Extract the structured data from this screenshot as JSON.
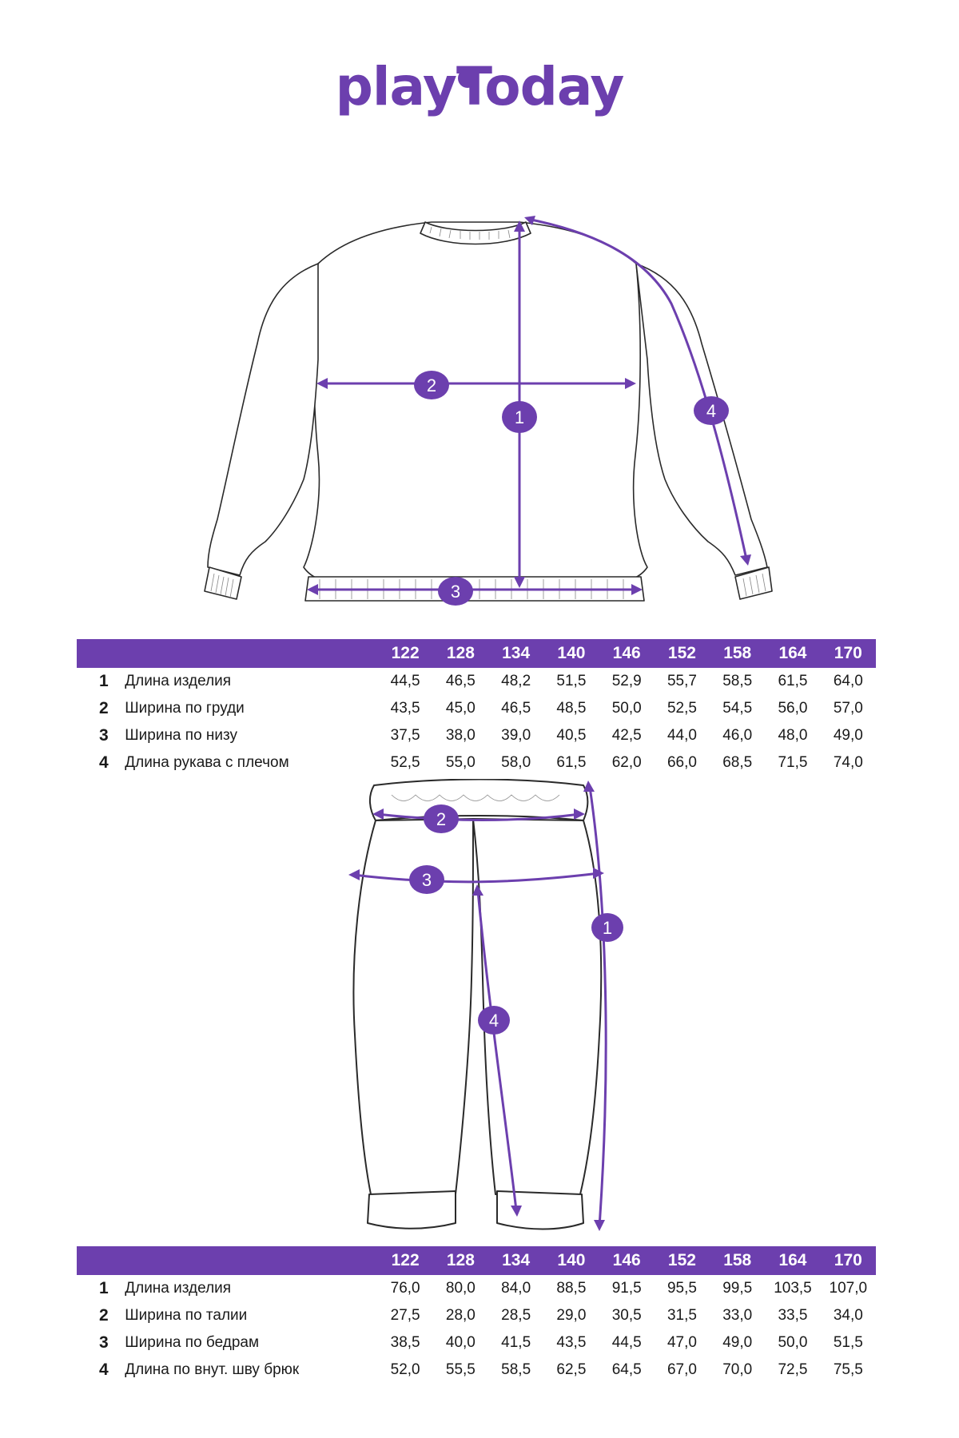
{
  "brand": {
    "name": "playToday"
  },
  "colors": {
    "accent": "#6c3fae",
    "outline": "#2a2a2a"
  },
  "sweater_markers": [
    "1",
    "2",
    "3",
    "4"
  ],
  "pants_markers": [
    "1",
    "2",
    "3",
    "4"
  ],
  "sizes": [
    "122",
    "128",
    "134",
    "140",
    "146",
    "152",
    "158",
    "164",
    "170"
  ],
  "sweater_table": {
    "rows": [
      {
        "num": "1",
        "label": "Длина изделия",
        "values": [
          "44,5",
          "46,5",
          "48,2",
          "51,5",
          "52,9",
          "55,7",
          "58,5",
          "61,5",
          "64,0"
        ]
      },
      {
        "num": "2",
        "label": "Ширина по груди",
        "values": [
          "43,5",
          "45,0",
          "46,5",
          "48,5",
          "50,0",
          "52,5",
          "54,5",
          "56,0",
          "57,0"
        ]
      },
      {
        "num": "3",
        "label": "Ширина по низу",
        "values": [
          "37,5",
          "38,0",
          "39,0",
          "40,5",
          "42,5",
          "44,0",
          "46,0",
          "48,0",
          "49,0"
        ]
      },
      {
        "num": "4",
        "label": "Длина рукава с плечом",
        "values": [
          "52,5",
          "55,0",
          "58,0",
          "61,5",
          "62,0",
          "66,0",
          "68,5",
          "71,5",
          "74,0"
        ]
      }
    ]
  },
  "pants_table": {
    "rows": [
      {
        "num": "1",
        "label": "Длина изделия",
        "values": [
          "76,0",
          "80,0",
          "84,0",
          "88,5",
          "91,5",
          "95,5",
          "99,5",
          "103,5",
          "107,0"
        ]
      },
      {
        "num": "2",
        "label": "Ширина по талии",
        "values": [
          "27,5",
          "28,0",
          "28,5",
          "29,0",
          "30,5",
          "31,5",
          "33,0",
          "33,5",
          "34,0"
        ]
      },
      {
        "num": "3",
        "label": "Ширина по бедрам",
        "values": [
          "38,5",
          "40,0",
          "41,5",
          "43,5",
          "44,5",
          "47,0",
          "49,0",
          "50,0",
          "51,5"
        ]
      },
      {
        "num": "4",
        "label": "Длина по внут. шву брюк",
        "values": [
          "52,0",
          "55,5",
          "58,5",
          "62,5",
          "64,5",
          "67,0",
          "70,0",
          "72,5",
          "75,5"
        ]
      }
    ]
  }
}
